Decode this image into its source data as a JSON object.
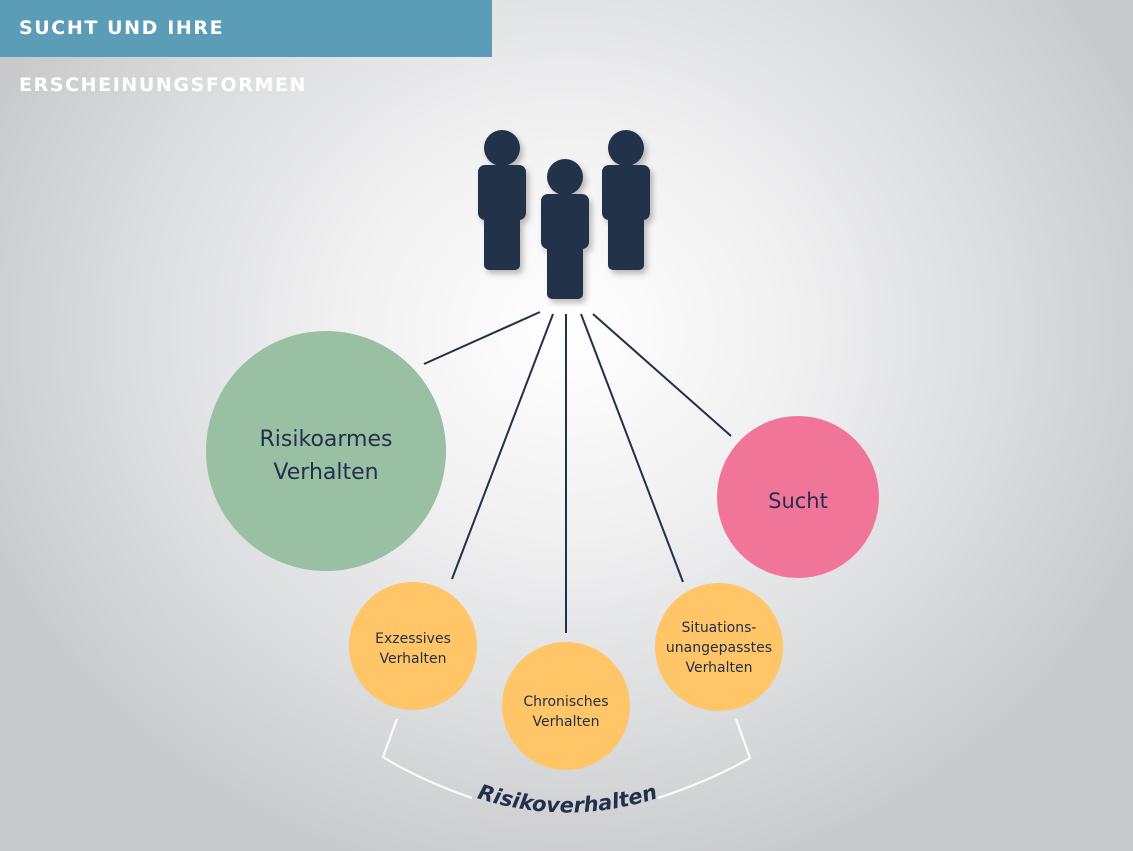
{
  "header": {
    "title": "SUCHT UND IHRE ERSCHEINUNGSFORMEN"
  },
  "icons": {
    "people": "people-group-icon"
  },
  "colors": {
    "header": "#5b9db6",
    "dark": "#22304a",
    "green": "#9ac0a3",
    "pink": "#f07599",
    "orange": "#ffc566"
  },
  "nodes": {
    "low_risk": {
      "line1": "Risikoarmes",
      "line2": "Verhalten"
    },
    "addiction": {
      "label": "Sucht"
    },
    "excessive": {
      "line1": "Exzessives",
      "line2": "Verhalten"
    },
    "chronic": {
      "line1": "Chronisches",
      "line2": "Verhalten"
    },
    "situational": {
      "line1": "Situations-",
      "line2": "unangepasstes",
      "line3": "Verhalten"
    }
  },
  "bracket": {
    "label": "Risikoverhalten"
  }
}
